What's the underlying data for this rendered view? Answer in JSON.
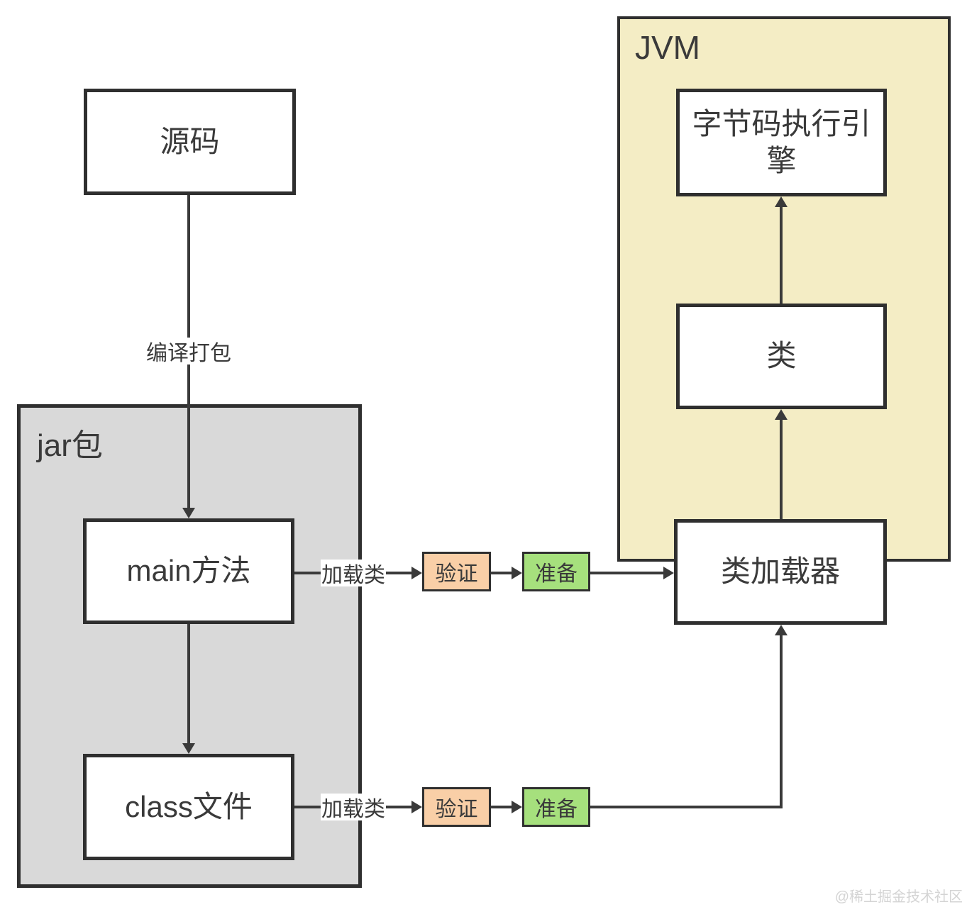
{
  "diagram": {
    "nodes": {
      "source": "源码",
      "jar_package": "jar包",
      "main_method": "main方法",
      "class_file": "class文件",
      "jvm": "JVM",
      "bytecode_engine": "字节码执行引擎",
      "class_node": "类",
      "class_loader": "类加载器",
      "verify_top": "验证",
      "prepare_top": "准备",
      "verify_bottom": "验证",
      "prepare_bottom": "准备"
    },
    "edge_labels": {
      "compile_package": "编译打包",
      "load_class_top": "加载类",
      "load_class_bottom": "加载类"
    },
    "colors": {
      "jar_fill": "#d9d9d9",
      "jvm_fill": "#f4edc5",
      "verify_fill": "#f9cfa7",
      "prepare_fill": "#a6e07d",
      "box_fill": "#ffffff",
      "border": "#2f2f2f",
      "line": "#3a3a3a",
      "text": "#3a3a3a",
      "watermark_color": "#d4d4d4"
    },
    "watermark": "@稀土掘金技术社区"
  }
}
